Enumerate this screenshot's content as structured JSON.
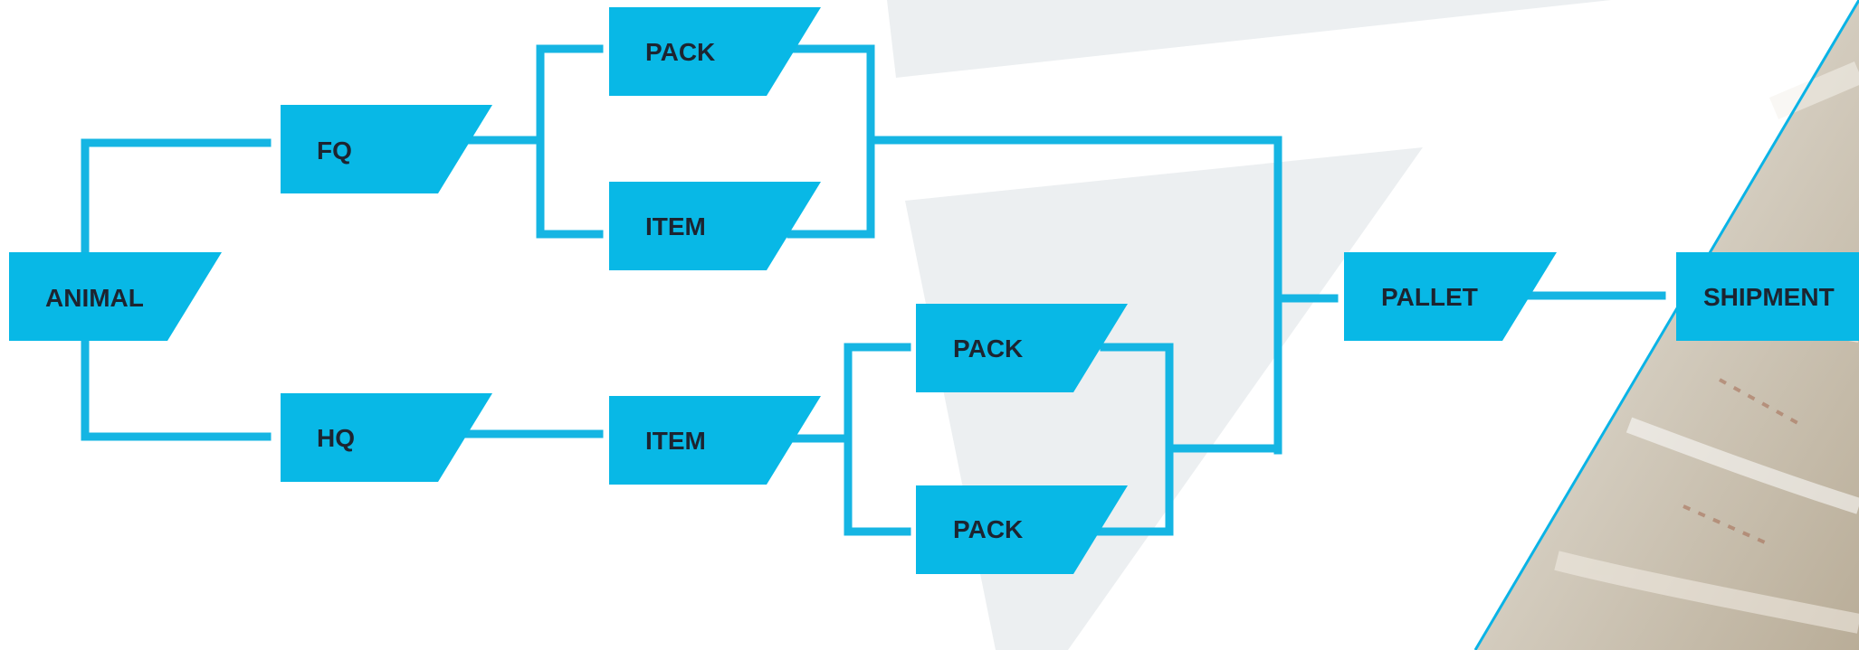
{
  "diagram": {
    "colors": {
      "node_fill": "#08b8e6",
      "connector": "#15b5e3",
      "label": "#1d2430",
      "background_shape": "#eceff1",
      "photo_tone": "#d2cbbe"
    },
    "nodes": {
      "animal": "ANIMAL",
      "fq": "FQ",
      "hq": "HQ",
      "pack_fq": "PACK",
      "item_fq": "ITEM",
      "item_hq": "ITEM",
      "pack_hq_top": "PACK",
      "pack_hq_bottom": "PACK",
      "pallet": "PALLET",
      "shipment": "SHIPMENT"
    }
  }
}
